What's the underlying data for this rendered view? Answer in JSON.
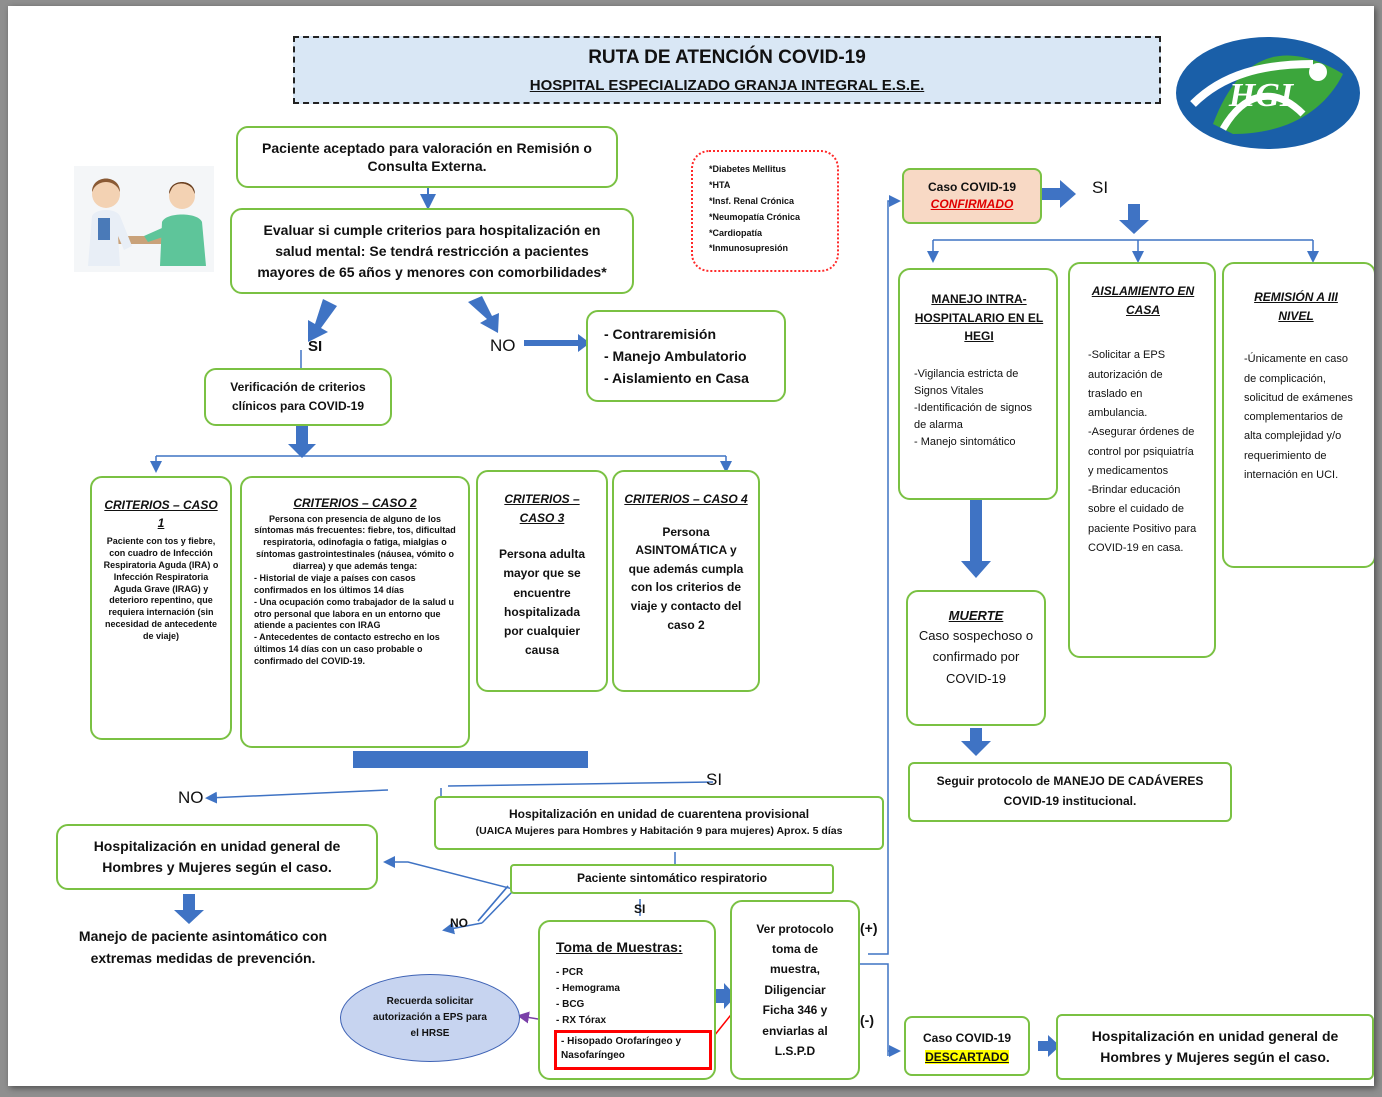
{
  "header": {
    "title": "RUTA DE ATENCIÓN COVID-19",
    "subtitle": "HOSPITAL ESPECIALIZADO GRANJA INTEGRAL E.S.E.",
    "logo_text": "HGI"
  },
  "colors": {
    "green_border": "#7ac143",
    "arrow_blue": "#3f73c4",
    "title_bg": "#d9e7f5",
    "confirm_bg": "#f8d9c5",
    "descartado_highlight": "#ffff00",
    "oval_fill": "#c7d4f0",
    "red_accent": "#ff0000"
  },
  "start": {
    "text": "Paciente aceptado para valoración en Remisión o Consulta Externa."
  },
  "evaluate": {
    "text": "Evaluar si cumple criterios para hospitalización en salud mental: Se tendrá restricción a pacientes mayores de 65 años y menores con comorbilidades*"
  },
  "comorbidities": [
    "*Diabetes Mellitus",
    "*HTA",
    "*Insf. Renal Crónica",
    "*Neumopatía Crónica",
    "*Cardiopatía",
    "*Inmunosupresión"
  ],
  "labels": {
    "si": "SI",
    "no": "NO",
    "no_dot": "NO",
    "plus": "(+)",
    "minus": "(-)"
  },
  "no_branch": {
    "items": [
      "- Contraremisión",
      "- Manejo Ambulatorio",
      "- Aislamiento en Casa"
    ]
  },
  "verify": {
    "text": "Verificación de criterios clínicos para COVID-19"
  },
  "criteria": [
    {
      "title": "CRITERIOS – CASO 1",
      "body": "Paciente con tos y fiebre, con cuadro de Infección Respiratoria Aguda (IRA) o Infección Respiratoria Aguda Grave (IRAG) y deterioro repentino, que requiera internación (sin necesidad de antecedente de viaje)"
    },
    {
      "title": "CRITERIOS – CASO 2",
      "body": "Persona con presencia de alguno de los síntomas más frecuentes: fiebre, tos, dificultad respiratoria, odinofagia o fatiga, mialgias o síntomas gastrointestinales (náusea, vómito o diarrea) y que además tenga:",
      "points": [
        "- Historial de viaje a países con casos confirmados en los últimos 14 días",
        "- Una ocupación como trabajador de la salud u otro personal que labora en un entorno que atiende a pacientes con IRAG",
        "- Antecedentes de contacto estrecho en los últimos 14 días con un caso probable o confirmado del COVID-19."
      ]
    },
    {
      "title": "CRITERIOS – CASO 3",
      "body": "Persona adulta mayor que se encuentre hospitalizada por cualquier causa"
    },
    {
      "title": "CRITERIOS – CASO 4",
      "body": "Persona ASINTOMÁTICA y que además cumpla con los criterios de viaje y contacto del caso 2"
    }
  ],
  "general_ward": {
    "text": "Hospitalización en unidad general de Hombres y Mujeres según el caso."
  },
  "asymptomatic": {
    "text": "Manejo de paciente asintomático con extremas medidas de prevención."
  },
  "quarantine": {
    "line1": "Hospitalización en unidad de cuarentena provisional",
    "line2": "(UAICA Mujeres para Hombres y Habitación 9 para mujeres) Aprox. 5 días"
  },
  "symptomatic": {
    "text": "Paciente sintomático respiratorio"
  },
  "samples": {
    "title": "Toma de Muestras:",
    "items": [
      "- PCR",
      "- Hemograma",
      "- BCG",
      "- RX Tórax"
    ],
    "highlight": "- Hisopado  Orofaríngeo y Nasofaríngeo"
  },
  "reminder": {
    "text": "Recuerda solicitar autorización a EPS para el HRSE"
  },
  "protocol": {
    "text": "Ver protocolo toma de muestra, Diligenciar Ficha 346 y enviarlas al L.S.P.D"
  },
  "confirmed": {
    "line1": "Caso COVID-19",
    "line2": "CONFIRMADO"
  },
  "discarded": {
    "line1": "Caso COVID-19",
    "line2": "DESCARTADO"
  },
  "discarded_ward": {
    "text": "Hospitalización en unidad general de Hombres y Mujeres según el caso."
  },
  "manejo": {
    "title": "MANEJO INTRA-HOSPITALARIO EN EL HEGI",
    "items": [
      "-Vigilancia estricta de Signos Vitales",
      "-Identificación de signos de alarma",
      "- Manejo sintomático"
    ]
  },
  "aislamiento": {
    "title": "AISLAMIENTO EN CASA",
    "items": [
      "-Solicitar a EPS autorización de traslado en ambulancia.",
      "-Asegurar órdenes de control por psiquiatría y medicamentos",
      "-Brindar educación sobre el cuidado de paciente Positivo para COVID-19 en casa."
    ]
  },
  "remision": {
    "title": "REMISIÓN A III NIVEL",
    "text": "-Únicamente en caso de complicación, solicitud de exámenes complementarios de alta complejidad y/o requerimiento de internación en UCI."
  },
  "muerte": {
    "title": "MUERTE",
    "text": "Caso sospechoso o confirmado por COVID-19"
  },
  "cadaveres": {
    "text": "Seguir protocolo de MANEJO DE CADÁVERES COVID-19 institucional."
  }
}
